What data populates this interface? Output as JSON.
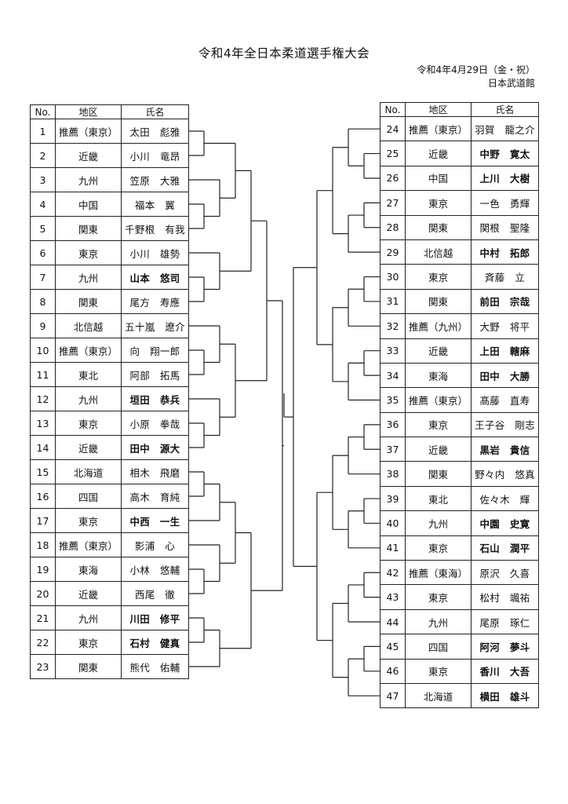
{
  "title": "令和4年全日本柔道選手権大会",
  "date": "令和4年4月29日（金・祝）",
  "venue": "日本武道館",
  "headers": {
    "no": "No.",
    "region": "地区",
    "name": "氏名"
  },
  "left": [
    {
      "no": "1",
      "region": "推薦（東京）",
      "name": "太田　彪雅",
      "bold": false
    },
    {
      "no": "2",
      "region": "近畿",
      "name": "小川　竜昂",
      "bold": false
    },
    {
      "no": "3",
      "region": "九州",
      "name": "笠原　大雅",
      "bold": false
    },
    {
      "no": "4",
      "region": "中国",
      "name": "福本　翼",
      "bold": false
    },
    {
      "no": "5",
      "region": "関東",
      "name": "千野根　有我",
      "bold": false
    },
    {
      "no": "6",
      "region": "東京",
      "name": "小川　雄勢",
      "bold": false
    },
    {
      "no": "7",
      "region": "九州",
      "name": "山本　悠司",
      "bold": true
    },
    {
      "no": "8",
      "region": "関東",
      "name": "尾方　寿應",
      "bold": false
    },
    {
      "no": "9",
      "region": "北信越",
      "name": "五十嵐　遼介",
      "bold": false
    },
    {
      "no": "10",
      "region": "推薦（東京）",
      "name": "向　翔一郎",
      "bold": false
    },
    {
      "no": "11",
      "region": "東北",
      "name": "阿部　拓馬",
      "bold": false
    },
    {
      "no": "12",
      "region": "九州",
      "name": "垣田　恭兵",
      "bold": true
    },
    {
      "no": "13",
      "region": "東京",
      "name": "小原　拳哉",
      "bold": false
    },
    {
      "no": "14",
      "region": "近畿",
      "name": "田中　源大",
      "bold": true
    },
    {
      "no": "15",
      "region": "北海道",
      "name": "相木　飛磨",
      "bold": false
    },
    {
      "no": "16",
      "region": "四国",
      "name": "高木　育純",
      "bold": false
    },
    {
      "no": "17",
      "region": "東京",
      "name": "中西　一生",
      "bold": true
    },
    {
      "no": "18",
      "region": "推薦（東京）",
      "name": "影浦　心",
      "bold": false
    },
    {
      "no": "19",
      "region": "東海",
      "name": "小林　悠輔",
      "bold": false
    },
    {
      "no": "20",
      "region": "近畿",
      "name": "西尾　徹",
      "bold": false
    },
    {
      "no": "21",
      "region": "九州",
      "name": "川田　修平",
      "bold": true
    },
    {
      "no": "22",
      "region": "東京",
      "name": "石村　健真",
      "bold": true
    },
    {
      "no": "23",
      "region": "関東",
      "name": "熊代　佑輔",
      "bold": false
    }
  ],
  "right": [
    {
      "no": "24",
      "region": "推薦（東京）",
      "name": "羽賀　龍之介",
      "bold": false
    },
    {
      "no": "25",
      "region": "近畿",
      "name": "中野　寛太",
      "bold": true
    },
    {
      "no": "26",
      "region": "中国",
      "name": "上川　大樹",
      "bold": true
    },
    {
      "no": "27",
      "region": "東京",
      "name": "一色　勇輝",
      "bold": false
    },
    {
      "no": "28",
      "region": "関東",
      "name": "関根　聖隆",
      "bold": false
    },
    {
      "no": "29",
      "region": "北信越",
      "name": "中村　拓郎",
      "bold": true
    },
    {
      "no": "30",
      "region": "東京",
      "name": "斉藤　立",
      "bold": false
    },
    {
      "no": "31",
      "region": "関東",
      "name": "前田　宗哉",
      "bold": true
    },
    {
      "no": "32",
      "region": "推薦（九州）",
      "name": "大野　将平",
      "bold": false
    },
    {
      "no": "33",
      "region": "近畿",
      "name": "上田　轄麻",
      "bold": true
    },
    {
      "no": "34",
      "region": "東海",
      "name": "田中　大勝",
      "bold": true
    },
    {
      "no": "35",
      "region": "推薦（東京）",
      "name": "髙藤　直寿",
      "bold": false
    },
    {
      "no": "36",
      "region": "東京",
      "name": "王子谷　剛志",
      "bold": false
    },
    {
      "no": "37",
      "region": "近畿",
      "name": "黒岩　貴信",
      "bold": true
    },
    {
      "no": "38",
      "region": "関東",
      "name": "野々内　悠真",
      "bold": false
    },
    {
      "no": "39",
      "region": "東北",
      "name": "佐々木　輝",
      "bold": false
    },
    {
      "no": "40",
      "region": "九州",
      "name": "中園　史寛",
      "bold": true
    },
    {
      "no": "41",
      "region": "東京",
      "name": "石山　潤平",
      "bold": true
    },
    {
      "no": "42",
      "region": "推薦（東海）",
      "name": "原沢　久喜",
      "bold": false
    },
    {
      "no": "43",
      "region": "東京",
      "name": "松村　颯祐",
      "bold": false
    },
    {
      "no": "44",
      "region": "九州",
      "name": "尾原　琢仁",
      "bold": false
    },
    {
      "no": "45",
      "region": "四国",
      "name": "阿河　夢斗",
      "bold": true
    },
    {
      "no": "46",
      "region": "東京",
      "name": "香川　大吾",
      "bold": true
    },
    {
      "no": "47",
      "region": "北海道",
      "name": "横田　雄斗",
      "bold": true
    }
  ]
}
